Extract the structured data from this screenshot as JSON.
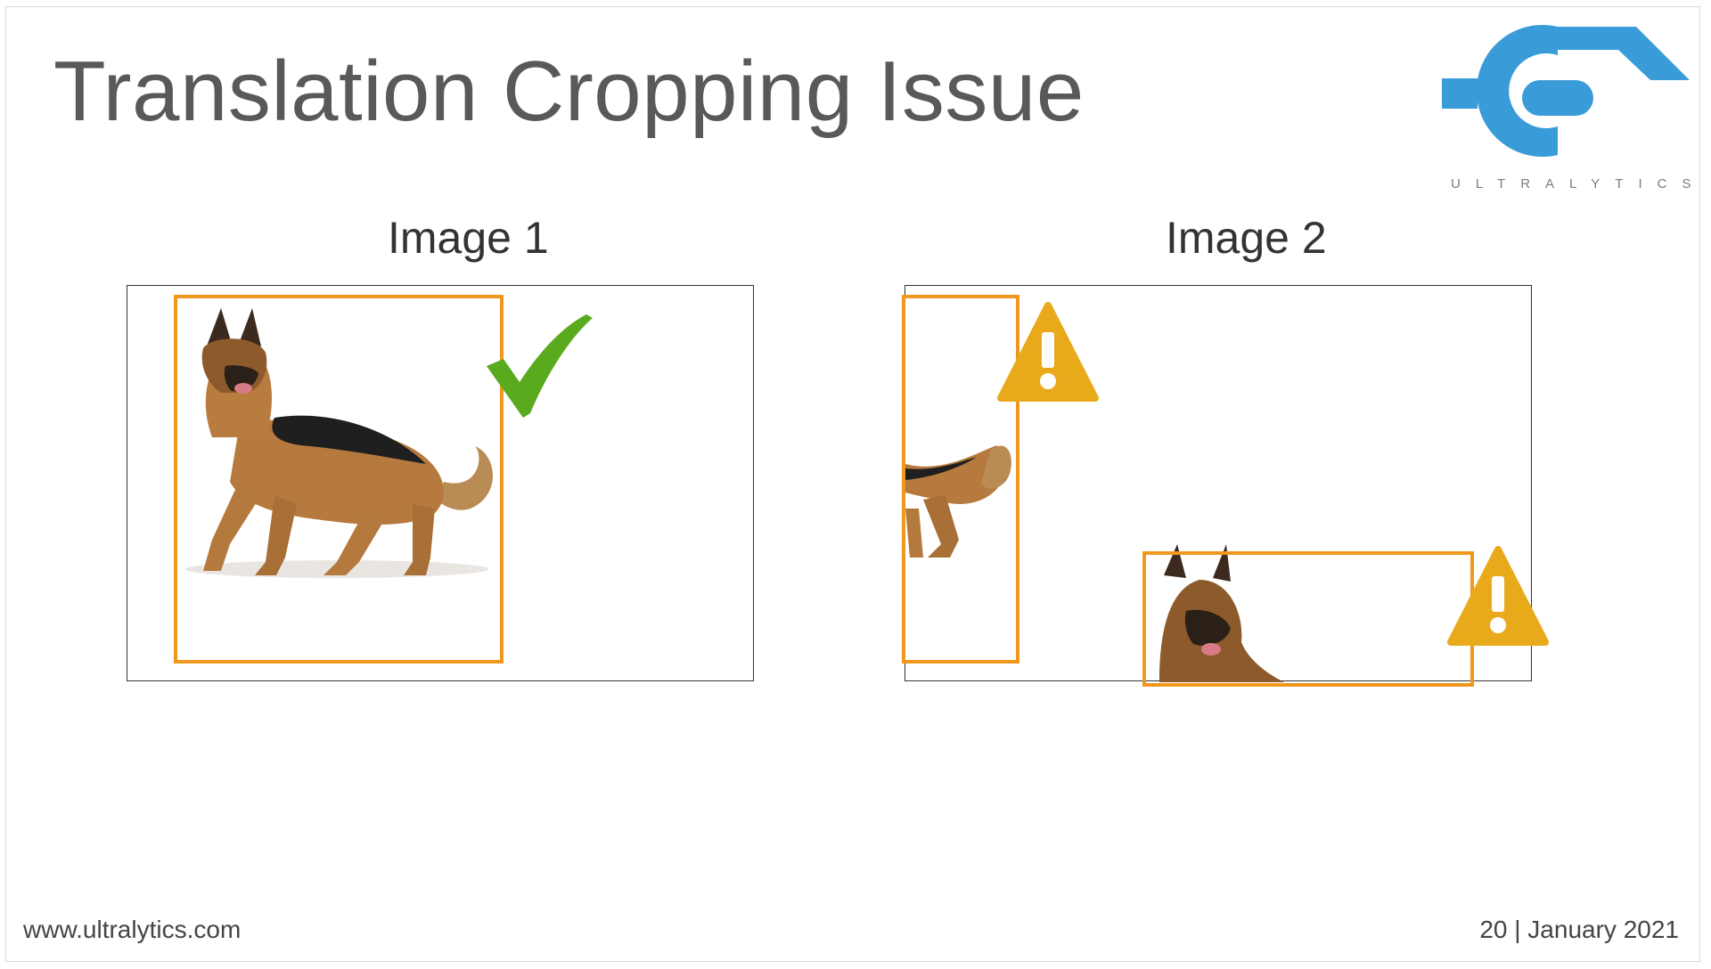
{
  "slide": {
    "title": "Translation Cropping Issue",
    "logo": {
      "wordmark": "ULTRALYTICS",
      "color": "#3a9bd9"
    },
    "panels": [
      {
        "caption": "Image 1",
        "status_icon": "check-icon",
        "status": "ok"
      },
      {
        "caption": "Image 2",
        "status_icon": "warning-icon",
        "status": "warning"
      }
    ],
    "colors": {
      "bbox": "#f0981e",
      "check": "#5aaa1e",
      "warning": "#e8aa1b",
      "title": "#595959"
    }
  },
  "footer": {
    "url": "www.ultralytics.com",
    "page": "20 | January 2021"
  }
}
